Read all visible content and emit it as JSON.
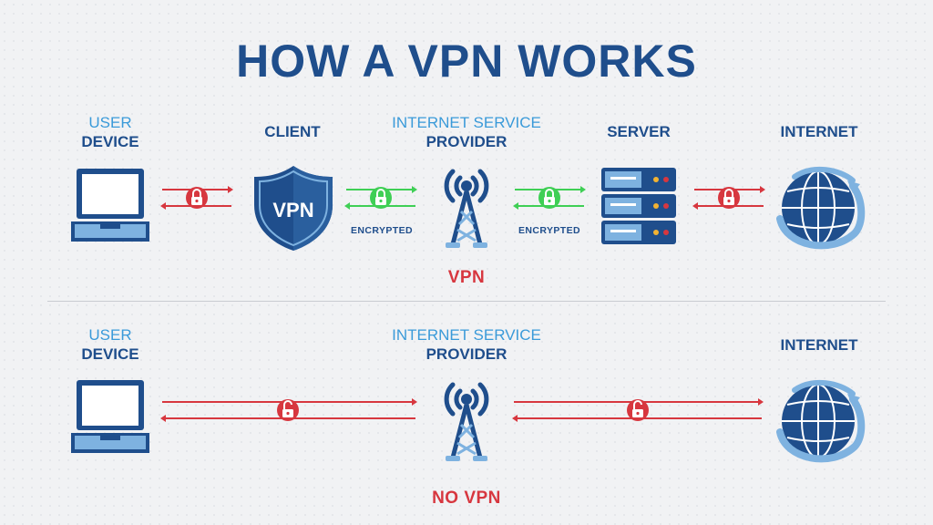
{
  "title": "HOW A VPN WORKS",
  "colors": {
    "navy": "#1f4e8c",
    "light_blue": "#3a9ad9",
    "red": "#d7373f",
    "green": "#3fcf55",
    "device_fill": "#7eb2e0"
  },
  "vpn_section": {
    "label": "VPN",
    "nodes": [
      {
        "line1": "USER",
        "line2": "DEVICE",
        "icon": "laptop-icon"
      },
      {
        "line1": "",
        "line2": "CLIENT",
        "icon": "vpn-shield-icon",
        "icon_text": "VPN"
      },
      {
        "line1": "INTERNET SERVICE",
        "line2": "PROVIDER",
        "icon": "antenna-tower-icon"
      },
      {
        "line1": "",
        "line2": "SERVER",
        "icon": "server-icon"
      },
      {
        "line1": "",
        "line2": "INTERNET",
        "icon": "globe-icon"
      }
    ],
    "links": [
      {
        "state": "locked",
        "color": "red",
        "caption": ""
      },
      {
        "state": "locked",
        "color": "green",
        "caption": "ENCRYPTED"
      },
      {
        "state": "locked",
        "color": "green",
        "caption": "ENCRYPTED"
      },
      {
        "state": "locked",
        "color": "red",
        "caption": ""
      }
    ]
  },
  "novpn_section": {
    "label": "NO VPN",
    "nodes": [
      {
        "line1": "USER",
        "line2": "DEVICE",
        "icon": "laptop-icon"
      },
      {
        "line1": "INTERNET SERVICE",
        "line2": "PROVIDER",
        "icon": "antenna-tower-icon"
      },
      {
        "line1": "",
        "line2": "INTERNET",
        "icon": "globe-icon"
      }
    ],
    "links": [
      {
        "state": "unlocked",
        "color": "red"
      },
      {
        "state": "unlocked",
        "color": "red"
      }
    ]
  }
}
